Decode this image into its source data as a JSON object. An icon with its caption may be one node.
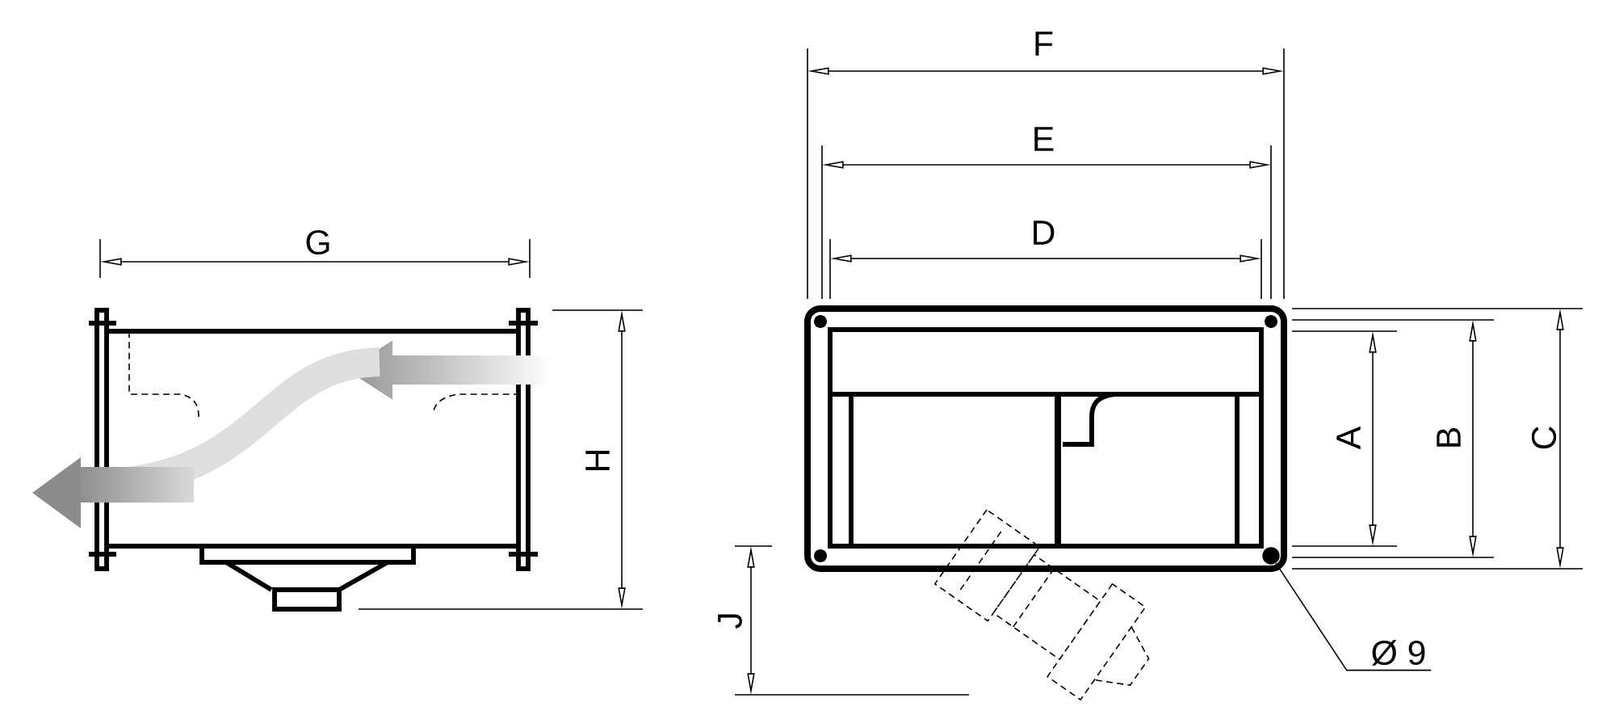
{
  "diagram": {
    "nodes": [
      {
        "text": [
          "Ø 9"
        ]
      },
      {
        "text": [],
        "shape": "circle"
      }
    ],
    "edges": [
      {
        "from": 0,
        "to": 1,
        "arrow": "none"
      }
    ],
    "labels": [
      "G",
      "H",
      "F",
      "E",
      "D",
      "A",
      "B",
      "C",
      "J"
    ]
  }
}
